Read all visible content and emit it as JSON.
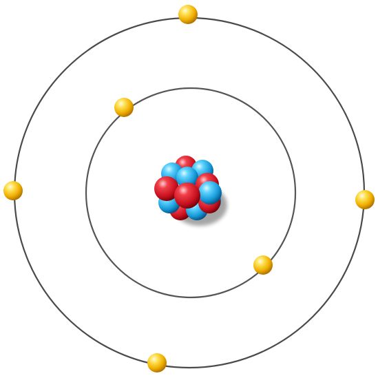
{
  "diagram": {
    "subject": "atom-model",
    "orbits": [
      {
        "name": "inner-orbit",
        "electron_count": 2
      },
      {
        "name": "outer-orbit",
        "electron_count": 4
      }
    ],
    "nucleus": {
      "protons": 8,
      "neutrons": 8
    },
    "colors": {
      "orbit_stroke": "#4a4a4a",
      "electron": "#f2b705",
      "proton": "#d21f2b",
      "neutron": "#1aa7e0",
      "background": "#ffffff"
    }
  }
}
